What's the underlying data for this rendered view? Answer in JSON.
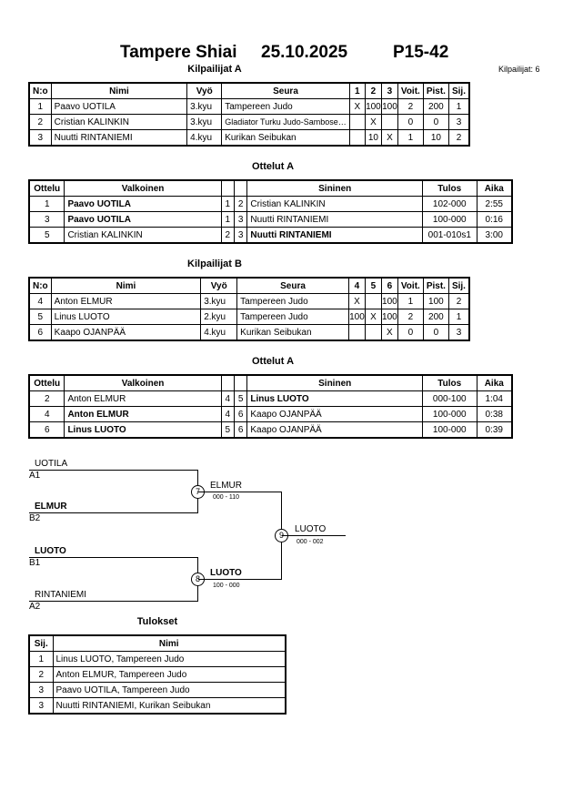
{
  "header": {
    "title": "Tampere Shiai",
    "date": "25.10.2025",
    "category": "P15-42",
    "competitors_count": "Kilpailijat: 6"
  },
  "pool_a": {
    "title": "Kilpailijat A",
    "headers": [
      "N:o",
      "Nimi",
      "Vyö",
      "Seura",
      "1",
      "2",
      "3",
      "Voit.",
      "Pist.",
      "Sij."
    ],
    "rows": [
      [
        "1",
        "Paavo UOTILA",
        "3.kyu",
        "Tampereen Judo",
        "X",
        "100",
        "100",
        "2",
        "200",
        "1"
      ],
      [
        "2",
        "Cristian KALINKIN",
        "3.kyu",
        "Gladiator Turku Judo-Sambose…",
        "",
        "X",
        "",
        "0",
        "0",
        "3"
      ],
      [
        "3",
        "Nuutti RINTANIEMI",
        "4.kyu",
        "Kurikan Seibukan",
        "",
        "10",
        "X",
        "1",
        "10",
        "2"
      ]
    ]
  },
  "matches_a": {
    "title": "Ottelut A",
    "headers": [
      "Ottelu",
      "Valkoinen",
      "",
      "",
      "Sininen",
      "Tulos",
      "Aika"
    ],
    "rows": [
      [
        "1",
        "Paavo UOTILA",
        "1",
        "2",
        "Cristian KALINKIN",
        "102-000",
        "2:55"
      ],
      [
        "3",
        "Paavo UOTILA",
        "1",
        "3",
        "Nuutti RINTANIEMI",
        "100-000",
        "0:16"
      ],
      [
        "5",
        "Cristian KALINKIN",
        "2",
        "3",
        "Nuutti RINTANIEMI",
        "001-010s1",
        "3:00"
      ]
    ]
  },
  "pool_b": {
    "title": "Kilpailijat B",
    "headers": [
      "N:o",
      "Nimi",
      "Vyö",
      "Seura",
      "4",
      "5",
      "6",
      "Voit.",
      "Pist.",
      "Sij."
    ],
    "rows": [
      [
        "4",
        "Anton ELMUR",
        "3.kyu",
        "Tampereen Judo",
        "X",
        "",
        "100",
        "1",
        "100",
        "2"
      ],
      [
        "5",
        "Linus LUOTO",
        "2.kyu",
        "Tampereen Judo",
        "100",
        "X",
        "100",
        "2",
        "200",
        "1"
      ],
      [
        "6",
        "Kaapo OJANPÄÄ",
        "4.kyu",
        "Kurikan Seibukan",
        "",
        "",
        "X",
        "0",
        "0",
        "3"
      ]
    ]
  },
  "matches_b": {
    "title": "Ottelut A",
    "headers": [
      "Ottelu",
      "Valkoinen",
      "",
      "",
      "Sininen",
      "Tulos",
      "Aika"
    ],
    "rows": [
      [
        "2",
        "Anton ELMUR",
        "4",
        "5",
        "Linus LUOTO",
        "000-100",
        "1:04"
      ],
      [
        "4",
        "Anton ELMUR",
        "4",
        "6",
        "Kaapo OJANPÄÄ",
        "100-000",
        "0:38"
      ],
      [
        "6",
        "Linus LUOTO",
        "5",
        "6",
        "Kaapo OJANPÄÄ",
        "100-000",
        "0:39"
      ]
    ]
  },
  "bracket": {
    "sf1_top_name": "UOTILA",
    "sf1_top_seed": "A1",
    "sf1_bottom_name": "ELMUR",
    "sf1_bottom_seed": "B2",
    "sf1_num": "7",
    "sf1_winner": "ELMUR",
    "sf1_score": "000 - 110",
    "sf2_top_name": "LUOTO",
    "sf2_top_seed": "B1",
    "sf2_bottom_name": "RINTANIEMI",
    "sf2_bottom_seed": "A2",
    "sf2_num": "8",
    "sf2_winner": "LUOTO",
    "sf2_score": "100 - 000",
    "final_num": "9",
    "final_winner": "LUOTO",
    "final_score": "000 - 002"
  },
  "results": {
    "title": "Tulokset",
    "headers": [
      "Sij.",
      "Nimi"
    ],
    "rows": [
      [
        "1",
        "Linus LUOTO, Tampereen Judo"
      ],
      [
        "2",
        "Anton ELMUR, Tampereen Judo"
      ],
      [
        "3",
        "Paavo UOTILA, Tampereen Judo"
      ],
      [
        "3",
        "Nuutti RINTANIEMI, Kurikan Seibukan"
      ]
    ]
  }
}
